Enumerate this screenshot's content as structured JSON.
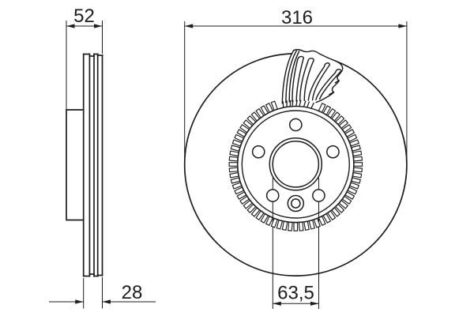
{
  "drawing": {
    "dimensions": {
      "hat_width": "52",
      "thickness": "28",
      "outer_diameter": "316",
      "center_bore": "63,5"
    },
    "colors": {
      "line": "#1d1d1d",
      "background": "#ffffff"
    }
  }
}
